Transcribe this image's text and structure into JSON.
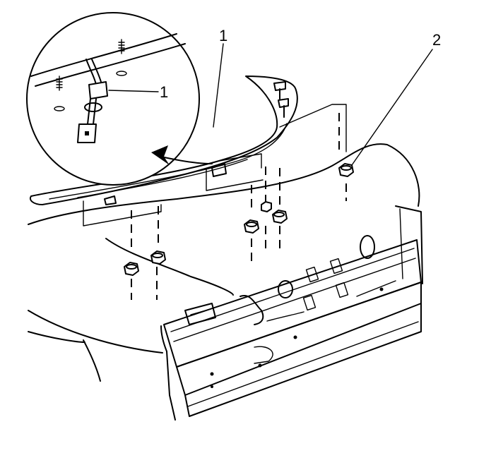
{
  "callouts": {
    "spoiler_label": "1",
    "connector_label": "1",
    "nut_label": "2"
  },
  "colors": {
    "line": "#000000",
    "background": "#ffffff"
  }
}
